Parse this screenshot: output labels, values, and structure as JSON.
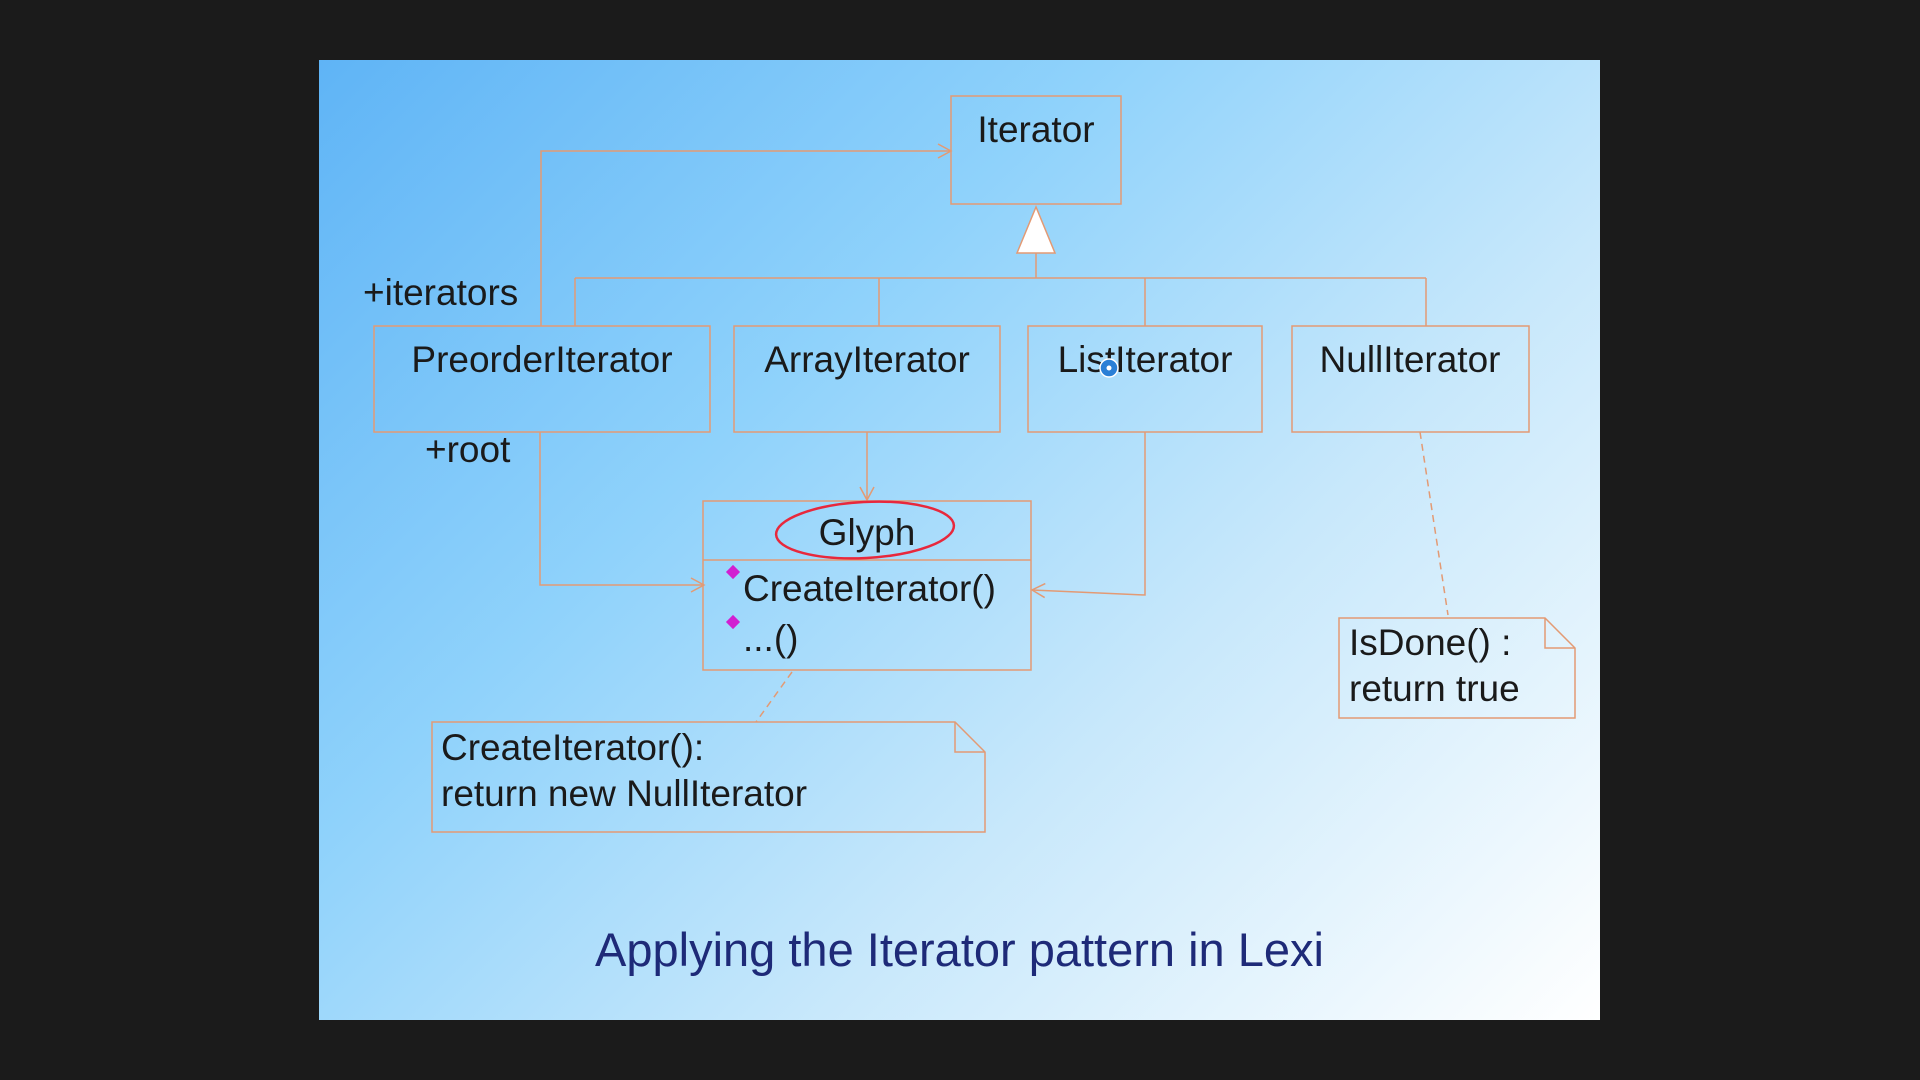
{
  "caption": "Applying the Iterator pattern in Lexi",
  "classes": {
    "iterator": "Iterator",
    "preorder_iterator": "PreorderIterator",
    "array_iterator": "ArrayIterator",
    "list_iterator": "ListIterator",
    "null_iterator": "NullIterator",
    "glyph": "Glyph"
  },
  "glyph_operations": [
    "CreateIterator()",
    "...()"
  ],
  "roles": {
    "iterators": "+iterators",
    "root": "+root"
  },
  "notes": {
    "isdone": {
      "line1": "IsDone() :",
      "line2": "return true"
    },
    "createiterator": {
      "line1": "CreateIterator():",
      "line2": "return new NullIterator"
    }
  },
  "colors": {
    "connector": "#e39a74",
    "annotation_circle": "#e8283c",
    "operation_marker": "#d11fd1",
    "cursor": "#2a7fd6",
    "caption": "#1e2a78"
  }
}
